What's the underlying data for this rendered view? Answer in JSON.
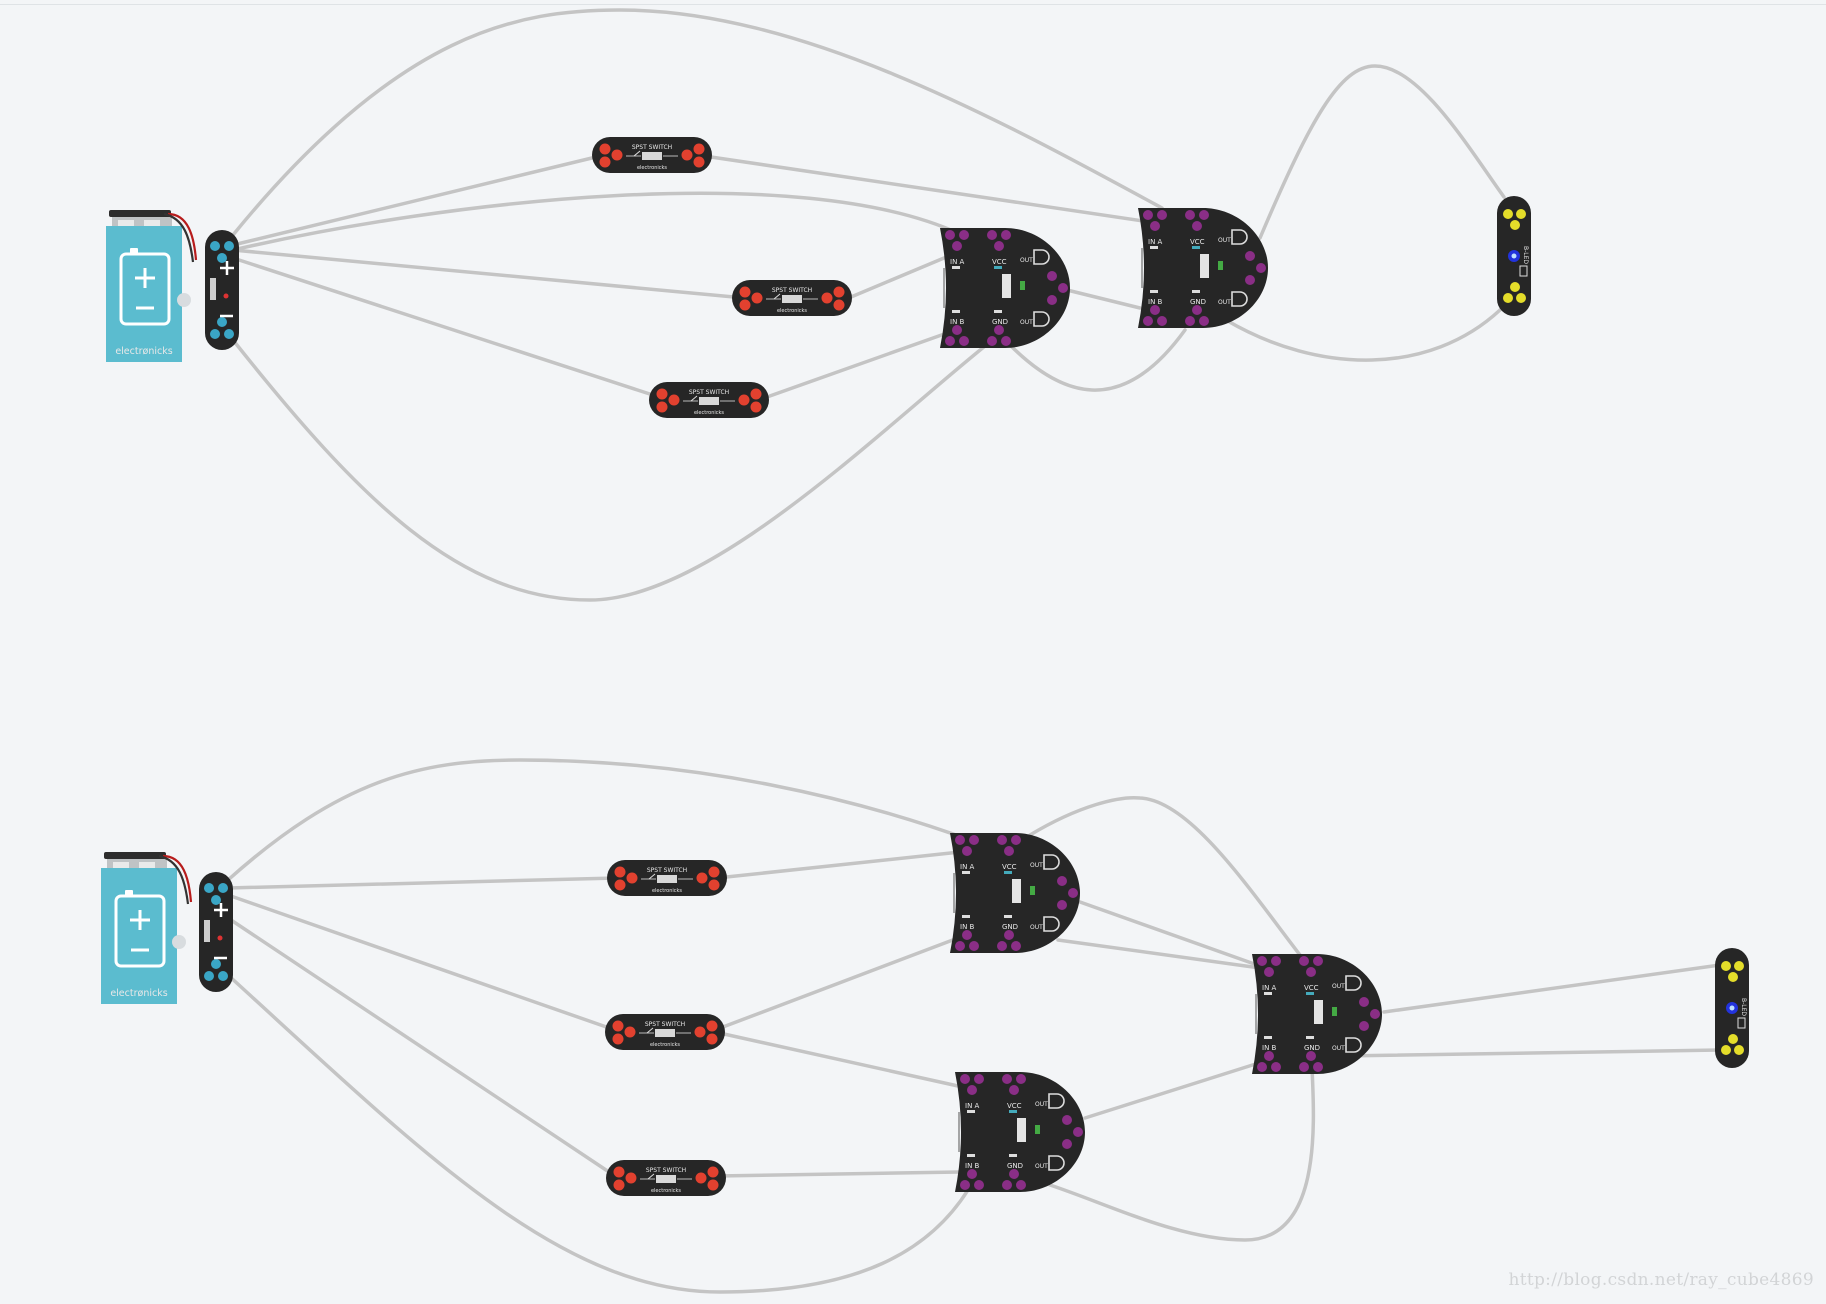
{
  "canvas": {
    "background": "#f3f5f7",
    "wire_color": "#c4c4c4"
  },
  "colors": {
    "battery": "#5bbccf",
    "board": "#262626",
    "switch_pad": "#e2412f",
    "power_pad": "#3aa6c6",
    "gate_pad": "#8a2e86",
    "led_pad": "#e4dd2a",
    "led_core": "#2233dd"
  },
  "battery": {
    "brand": "electrønicks",
    "icon": "battery-icon"
  },
  "switch": {
    "title": "SPST SWITCH",
    "brand": "electronicks"
  },
  "gate": {
    "in_a": "IN A",
    "in_b": "IN B",
    "vcc": "VCC",
    "gnd": "GND",
    "out": "OUT"
  },
  "led": {
    "label": "B-LED"
  },
  "watermark": "http://blog.csdn.net/ray_cube4869"
}
